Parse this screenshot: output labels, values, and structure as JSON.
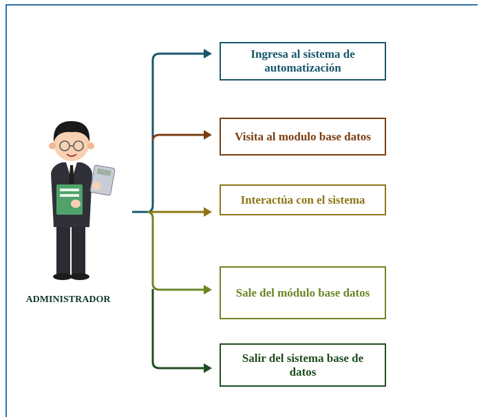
{
  "actor": {
    "label": "ADMINISTRADOR"
  },
  "steps": [
    {
      "label": "Ingresa al sistema de automatización",
      "color": "#17566b"
    },
    {
      "label": "Visita al modulo base datos",
      "color": "#7a3e12"
    },
    {
      "label": "Interactúa con el sistema",
      "color": "#8c7514"
    },
    {
      "label": "Sale del módulo base datos",
      "color": "#6a8524"
    },
    {
      "label": "Salir del sistema base de datos",
      "color": "#1e4d20"
    }
  ]
}
